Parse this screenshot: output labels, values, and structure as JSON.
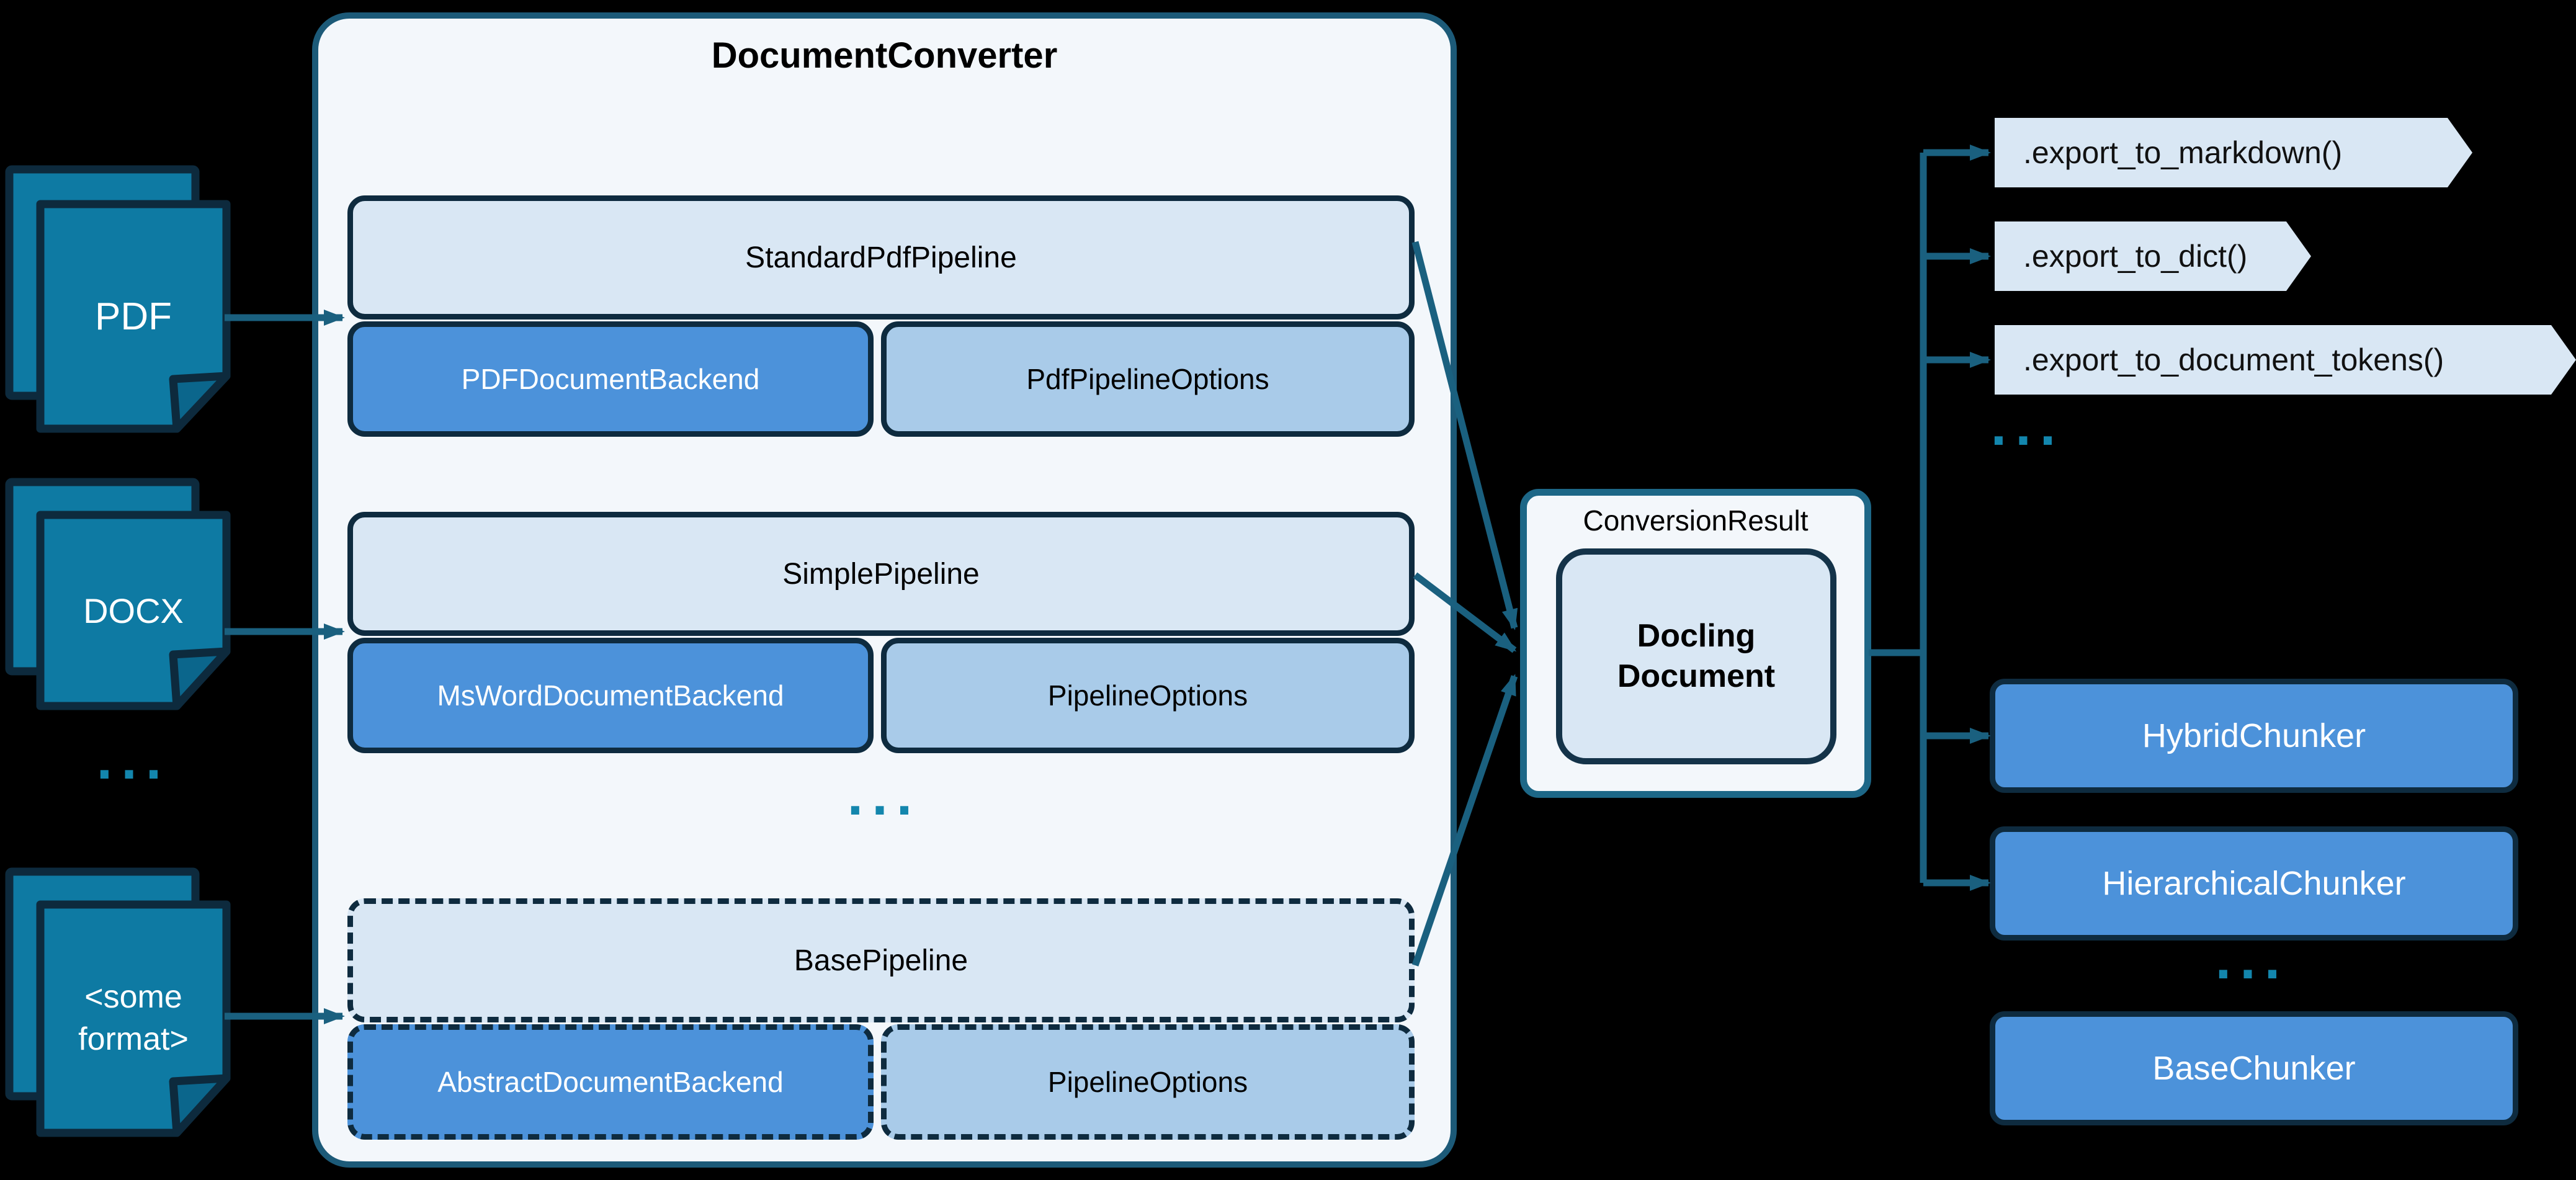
{
  "palette": {
    "background": "#000000",
    "connector_teal": "#1a607f",
    "dots_teal": "#1386ad",
    "document_fill": "#0e7aa3",
    "document_border": "#0d2a3d",
    "panel_fill": "#f3f7fb",
    "panel_border": "#1c5a78",
    "result_border": "#1d6787",
    "light_blue": "#d9e7f4",
    "mid_blue": "#a9cbe9",
    "strong_blue": "#4c92da",
    "dark_border": "#0e2b3f"
  },
  "inputs": {
    "documents": [
      {
        "label": "PDF"
      },
      {
        "label": "DOCX"
      },
      {
        "label": "<some format>"
      }
    ],
    "ellipsis": "..."
  },
  "converter": {
    "title": "DocumentConverter",
    "ellipsis": "...",
    "groups": [
      {
        "pipeline": "StandardPdfPipeline",
        "backend": "PDFDocumentBackend",
        "options": "PdfPipelineOptions",
        "dashed": false
      },
      {
        "pipeline": "SimplePipeline",
        "backend": "MsWordDocumentBackend",
        "options": "PipelineOptions",
        "dashed": false
      },
      {
        "pipeline": "BasePipeline",
        "backend": "AbstractDocumentBackend",
        "options": "PipelineOptions",
        "dashed": true
      }
    ]
  },
  "result": {
    "label": "ConversionResult",
    "document": "Docling Document"
  },
  "exports": {
    "items": [
      {
        "label": ".export_to_markdown()"
      },
      {
        "label": ".export_to_dict()"
      },
      {
        "label": ".export_to_document_tokens()"
      }
    ],
    "ellipsis": "..."
  },
  "chunkers": {
    "items": [
      {
        "label": "HybridChunker"
      },
      {
        "label": "HierarchicalChunker"
      }
    ],
    "ellipsis": "...",
    "base": "BaseChunker"
  }
}
